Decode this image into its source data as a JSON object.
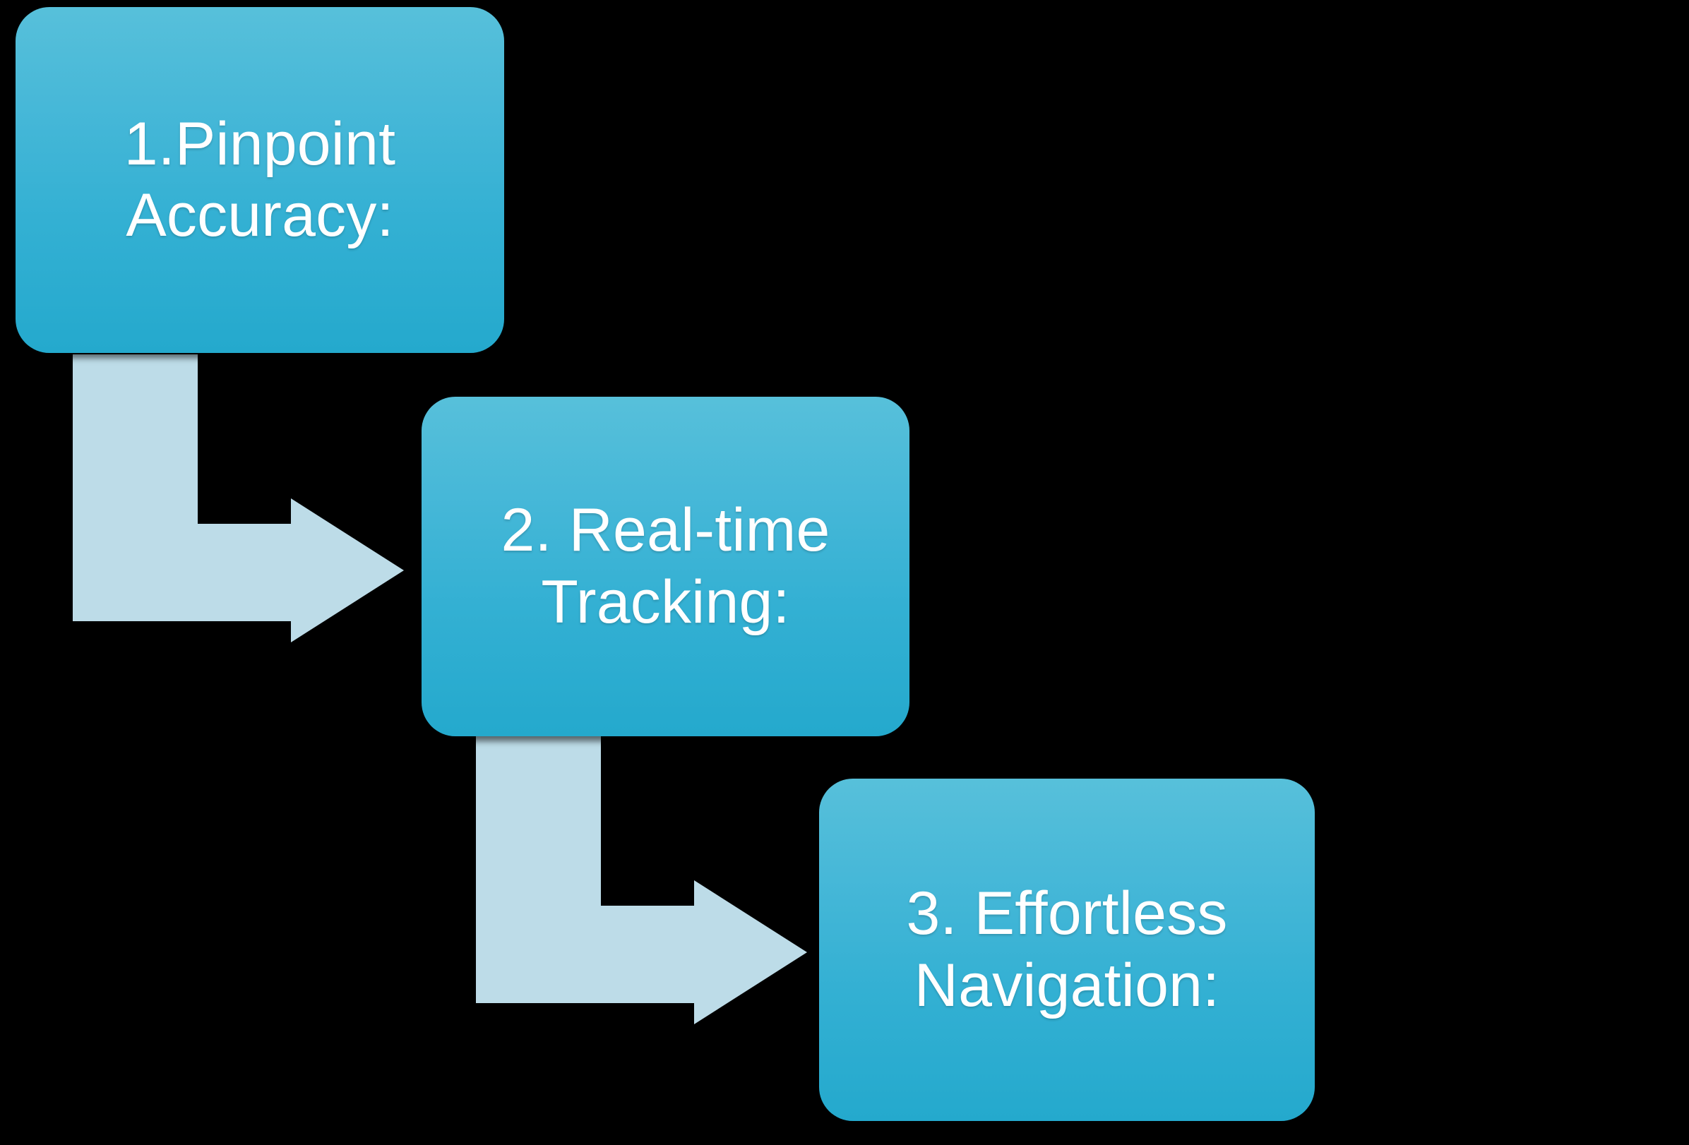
{
  "diagram": {
    "title": "Three step process flow",
    "background_color": "#000000",
    "box_gradient_top": "#57c0da",
    "box_gradient_bottom": "#24a9cd",
    "box_text_color": "#ffffff",
    "arrow_color": "#bddce8",
    "steps": [
      {
        "id": "step-1",
        "label": "1.Pinpoint\nAccuracy:"
      },
      {
        "id": "step-2",
        "label": "2. Real-time\nTracking:"
      },
      {
        "id": "step-3",
        "label": "3. Effortless\nNavigation:"
      }
    ],
    "connectors": [
      {
        "id": "connector-1",
        "from": "step-1",
        "to": "step-2",
        "kind": "elbow-down-right-arrow"
      },
      {
        "id": "connector-2",
        "from": "step-2",
        "to": "step-3",
        "kind": "elbow-down-right-arrow"
      }
    ]
  }
}
